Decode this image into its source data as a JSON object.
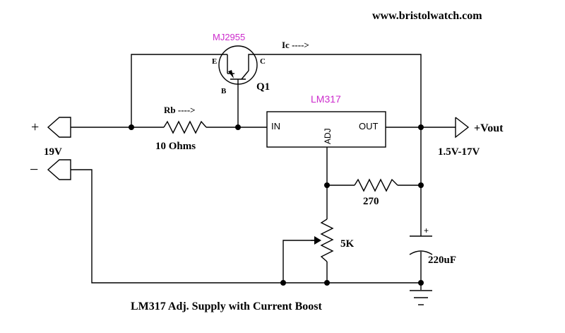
{
  "website": "www.bristolwatch.com",
  "title": "LM317 Adj. Supply with Current Boost",
  "input": {
    "plus": "+",
    "minus": "−",
    "voltage": "19V"
  },
  "output": {
    "label": "+Vout",
    "range": "1.5V-17V"
  },
  "transistor": {
    "part": "MJ2955",
    "ref": "Q1",
    "emitter": "E",
    "collector": "C",
    "base": "B",
    "ic_label": "Ic ---->"
  },
  "base_resistor": {
    "current_label": "Rb ---->",
    "value": "10 Ohms"
  },
  "regulator": {
    "part": "LM317",
    "pin_in": "IN",
    "pin_out": "OUT",
    "pin_adj": "ADJ"
  },
  "resistor_270": "270",
  "pot": "5K",
  "capacitor": {
    "value": "220uF",
    "polarity": "+"
  },
  "colors": {
    "part_label": "#cc2bcc",
    "wire": "#000000"
  }
}
